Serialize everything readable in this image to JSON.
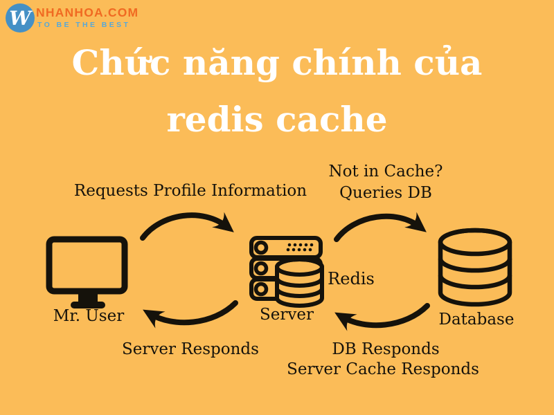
{
  "colors": {
    "background": "#FBBC58",
    "ink": "#15120B",
    "title_text": "#FFFFFF",
    "logo_brand_orange": "#F06A22",
    "logo_tagline_blue": "#58A8D7",
    "logo_circle_blue": "#4590C5"
  },
  "logo": {
    "monogram": "W",
    "brand": "NHANHOA.COM",
    "tagline": "TO BE THE BEST"
  },
  "title": {
    "line1": "Chức năng chính của",
    "line2": "redis cache"
  },
  "diagram": {
    "nodes": [
      {
        "id": "user",
        "label": "Mr. User",
        "icon": "monitor-icon"
      },
      {
        "id": "server",
        "label": "Server",
        "icon": "server-icon"
      },
      {
        "id": "database",
        "label": "Database",
        "icon": "database-icon"
      }
    ],
    "edges": [
      {
        "from": "user",
        "to": "server",
        "label": "Requests Profile Information"
      },
      {
        "from": "server",
        "to": "database",
        "label": "Not in Cache? Queries DB"
      },
      {
        "from": "server",
        "to": "user",
        "label": "Server Responds"
      },
      {
        "from": "database",
        "to": "server",
        "label": "DB Responds / Server Cache Responds"
      }
    ],
    "labels": {
      "request": "Requests Profile Information",
      "not_in_cache": "Not in Cache?",
      "queries_db": "Queries DB",
      "redis": "Redis",
      "server_responds": "Server Responds",
      "db_responds": "DB Responds",
      "server_cache_responds": "Server Cache Responds"
    }
  }
}
